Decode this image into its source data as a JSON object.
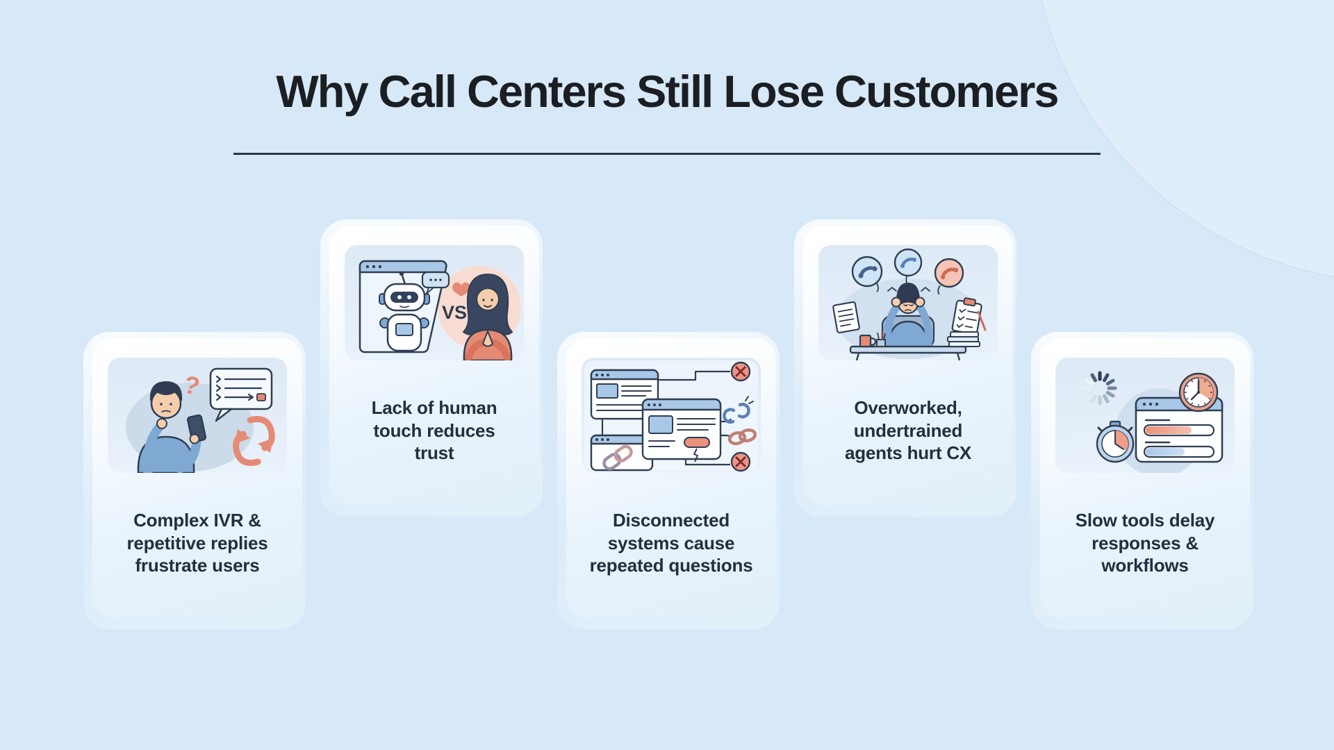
{
  "page": {
    "title": "Why Call Centers Still Lose Customers",
    "background_color": "#d7e9f8",
    "title_color": "#1b1e22",
    "accent_salmon": "#e58a74",
    "accent_blue": "#7fa8d3",
    "ink_color": "#2f3e52"
  },
  "cards": [
    {
      "caption": "Complex IVR &\nrepetitive replies\nfrustrate users",
      "illustration": "confused-user-with-phone",
      "question_mark": "?",
      "position": "low"
    },
    {
      "caption": "Lack of human\ntouch reduces\ntrust",
      "illustration": "robot-vs-human",
      "vs_label": "VS",
      "position": "high"
    },
    {
      "caption": "Disconnected\nsystems cause\nrepeated questions",
      "illustration": "disconnected-systems",
      "position": "low"
    },
    {
      "caption": "Overworked,\nundertrained\nagents hurt CX",
      "illustration": "overworked-agent",
      "position": "high"
    },
    {
      "caption": "Slow tools delay\nresponses &\nworkflows",
      "illustration": "slow-tools",
      "position": "low"
    }
  ]
}
